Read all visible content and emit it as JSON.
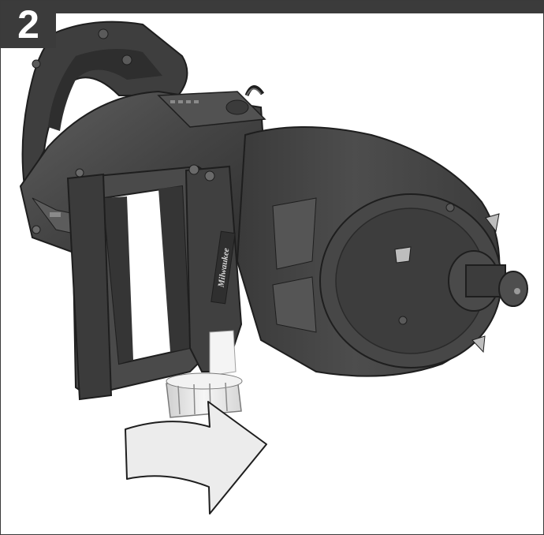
{
  "step": {
    "number": "2"
  },
  "brand": {
    "logo_text": "Milwaukee"
  },
  "colors": {
    "frame": "#3b3b3b",
    "tool_body": "#454545",
    "tool_dark": "#2e2e2e",
    "tool_light": "#6a6a6a",
    "collar": "#e9e9e9",
    "arrow_fill": "#ececec",
    "outline": "#1e1e1e"
  },
  "icons": [
    "rotation-arrow-icon",
    "impact-wrench-illustration"
  ]
}
